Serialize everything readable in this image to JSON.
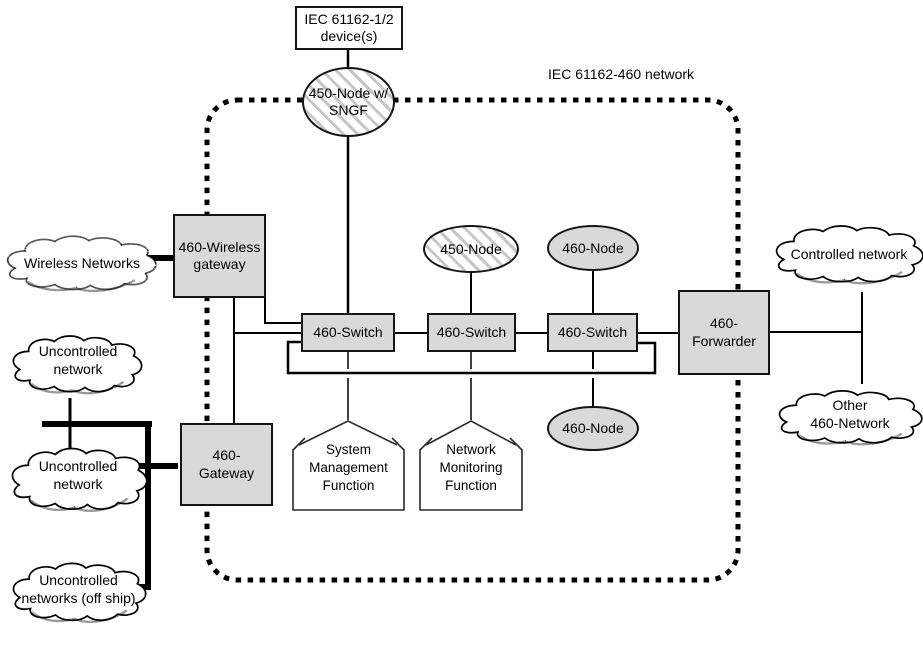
{
  "diagram": {
    "network_label": "IEC 61162-460 network",
    "colors": {
      "device_fill": "#d9d9d9",
      "outline": "#000000",
      "hatch": "#c6c6c6",
      "background": "#ffffff"
    },
    "top_box": {
      "line1": "IEC 61162-1/2",
      "line2": "device(s)"
    },
    "sngf_node": {
      "line1": "450-Node w/",
      "line2": "SNGF"
    },
    "clouds": {
      "wireless": {
        "label": "Wireless Networks"
      },
      "uncontrolled1": {
        "line1": "Uncontrolled",
        "line2": "network"
      },
      "uncontrolled2": {
        "line1": "Uncontrolled",
        "line2": "network"
      },
      "uncontrolled3": {
        "line1": "Uncontrolled",
        "line2": "networks (off ship)"
      },
      "controlled": {
        "label": "Controlled network"
      },
      "other460": {
        "line1": "Other",
        "line2": "460-Network"
      }
    },
    "devices": {
      "wireless_gateway": {
        "line1": "460-Wireless",
        "line2": "gateway"
      },
      "gateway": {
        "line1": "460-",
        "line2": "Gateway"
      },
      "switches": [
        {
          "label": "460-Switch"
        },
        {
          "label": "460-Switch"
        },
        {
          "label": "460-Switch"
        }
      ],
      "forwarder": {
        "line1": "460-",
        "line2": "Forwarder"
      },
      "node450": {
        "label": "450-Node"
      },
      "node460_top": {
        "label": "460-Node"
      },
      "node460_bottom": {
        "label": "460-Node"
      }
    },
    "functions": {
      "smf": {
        "line1": "System",
        "line2": "Management",
        "line3": "Function"
      },
      "nmf": {
        "line1": "Network",
        "line2": "Monitoring",
        "line3": "Function"
      }
    }
  }
}
